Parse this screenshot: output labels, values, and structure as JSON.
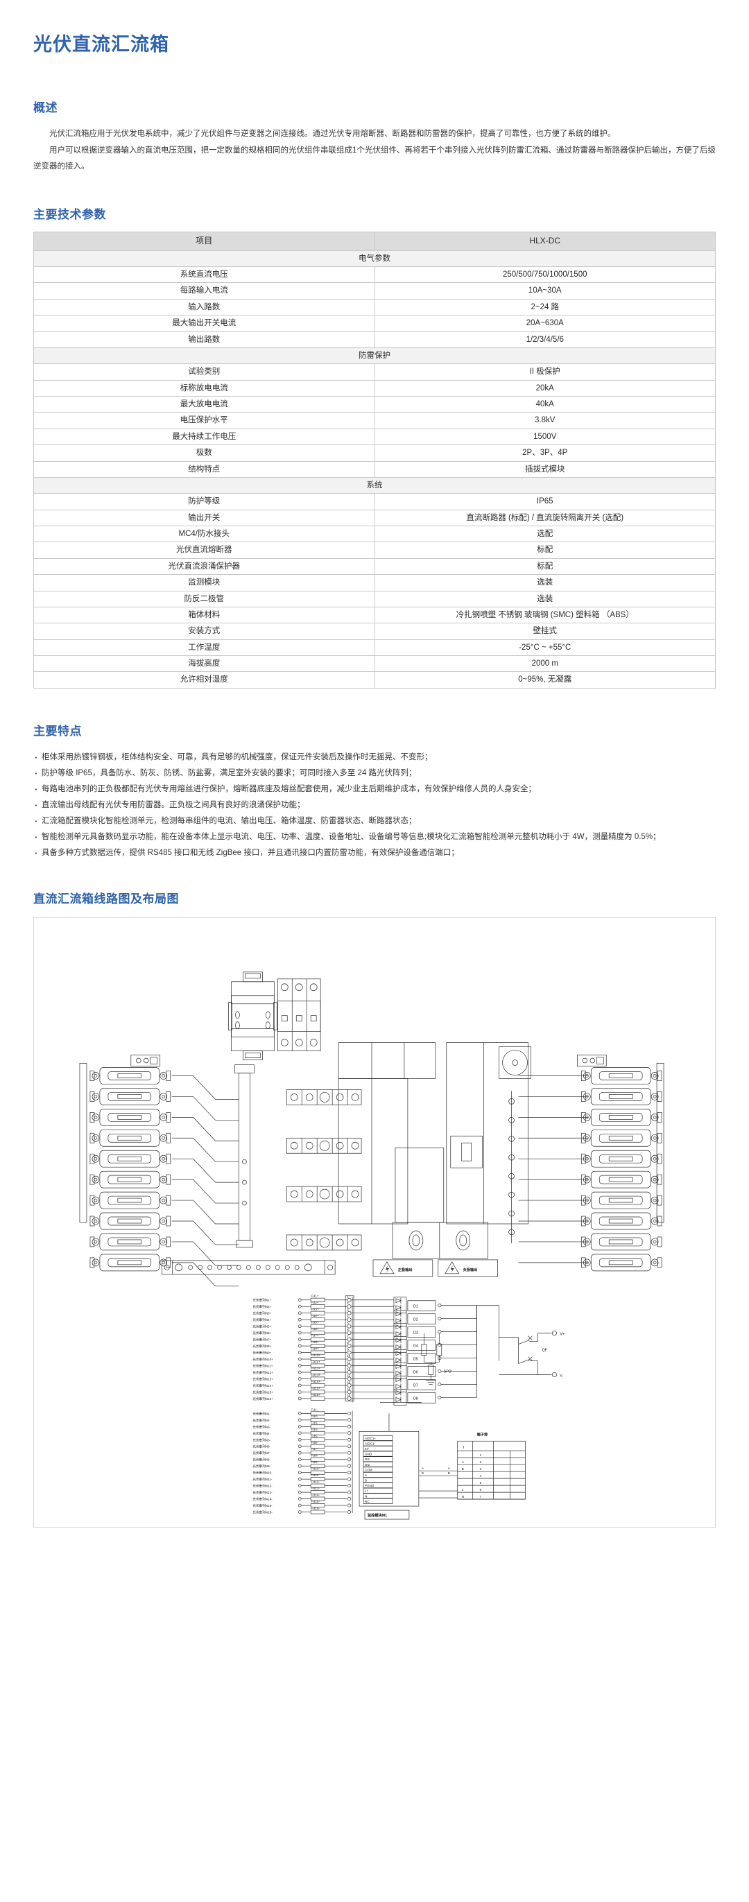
{
  "document": {
    "title": "光伏直流汇流箱"
  },
  "overview": {
    "heading": "概述",
    "paragraphs": [
      "光伏汇流箱应用于光伏发电系统中，减少了光伏组件与逆变器之间连接线。通过光伏专用熔断器、断路器和防雷器的保护，提高了可靠性，也方便了系统的维护。",
      "用户可以根据逆变器输入的直流电压范围，把一定数量的规格相同的光伏组件串联组成1个光伏组件、再将若干个串列接入光伏阵列防雷汇流箱、通过防雷器与断路器保护后输出，方便了后级逆变器的接入。"
    ]
  },
  "parameters": {
    "heading": "主要技术参数",
    "columns": [
      "项目",
      "HLX-DC"
    ],
    "rows": [
      {
        "type": "group",
        "label": "电气参数"
      },
      {
        "type": "row",
        "key": "系统直流电压",
        "value": "250/500/750/1000/1500"
      },
      {
        "type": "row",
        "key": "每路输入电流",
        "value": "10A~30A"
      },
      {
        "type": "row",
        "key": "输入路数",
        "value": "2~24 路"
      },
      {
        "type": "row",
        "key": "最大输出开关电流",
        "value": "20A~630A"
      },
      {
        "type": "row",
        "key": "输出路数",
        "value": "1/2/3/4/5/6"
      },
      {
        "type": "group",
        "label": "防雷保护"
      },
      {
        "type": "row",
        "key": "试验类别",
        "value": "II 极保护"
      },
      {
        "type": "row",
        "key": "标称放电电流",
        "value": "20kA"
      },
      {
        "type": "row",
        "key": "最大放电电流",
        "value": "40kA"
      },
      {
        "type": "row",
        "key": "电压保护水平",
        "value": "3.8kV"
      },
      {
        "type": "row",
        "key": "最大持续工作电压",
        "value": "1500V"
      },
      {
        "type": "row",
        "key": "极数",
        "value": "2P、3P、4P"
      },
      {
        "type": "row",
        "key": "结构特点",
        "value": "插拔式模块"
      },
      {
        "type": "group",
        "label": "系统"
      },
      {
        "type": "row",
        "key": "防护等级",
        "value": "IP65"
      },
      {
        "type": "row",
        "key": "输出开关",
        "value": "直流断路器 (标配) / 直流旋转隔离开关 (选配)"
      },
      {
        "type": "row",
        "key": "MC4/防水接头",
        "value": "选配"
      },
      {
        "type": "row",
        "key": "光伏直流熔断器",
        "value": "标配"
      },
      {
        "type": "row",
        "key": "光伏直流浪涌保护器",
        "value": "标配"
      },
      {
        "type": "row",
        "key": "监测模块",
        "value": "选装"
      },
      {
        "type": "row",
        "key": "防反二极管",
        "value": "选装"
      },
      {
        "type": "row",
        "key": "箱体材料",
        "value": "冷扎钢喷塑 不锈钢 玻璃钢 (SMC) 塑料箱 （ABS）"
      },
      {
        "type": "row",
        "key": "安装方式",
        "value": "壁挂式"
      },
      {
        "type": "row",
        "key": "工作温度",
        "value": "-25°C ~ +55°C"
      },
      {
        "type": "row",
        "key": "海拔高度",
        "value": "2000 m"
      },
      {
        "type": "row",
        "key": "允许相对湿度",
        "value": "0~95%, 无凝露"
      }
    ]
  },
  "features": {
    "heading": "主要特点",
    "items": [
      "柜体采用热镀锌钢板，柜体结构安全、可靠，具有足够的机械强度，保证元件安装后及操作时无摇晃、不变形；",
      "防护等级 IP65，具备防水、防灰、防锈、防盐雾，满足室外安装的要求；可同时接入多至 24 路光伏阵列；",
      "每路电池串列的正负极都配有光伏专用熔丝进行保护，熔断器底座及熔丝配套使用，减少业主后期维护成本，有效保护维修人员的人身安全；",
      "直流输出母线配有光伏专用防雷器。正负极之间具有良好的浪涌保护功能；",
      "汇流箱配置模块化智能检测单元，检测每串组件的电流、输出电压、箱体温度、防雷器状态、断路器状态；",
      "智能检测单元具备数码显示功能，能在设备本体上显示电流、电压、功率、温度、设备地址、设备编号等信息;模块化汇流箱智能检测单元整机功耗小于 4W，测量精度为 0.5%；",
      "具备多种方式数据远传，提供 RS485 接口和无线 ZigBee 接口，并且通讯接口内置防雷功能，有效保护设备通信端口；"
    ]
  },
  "diagram": {
    "heading": "直流汇流箱线路图及布局图",
    "layout": {
      "warning_labels": [
        "正极输出",
        "负极输出"
      ]
    },
    "schematic": {
      "string_positive_labels": [
        "光伏串列N1+",
        "光伏串列N2+",
        "光伏串列N3+",
        "光伏串列N4+",
        "光伏串列N5+",
        "光伏串列N6+",
        "光伏串列N7+",
        "光伏串列N8+",
        "光伏串列N9+",
        "光伏串列N10+",
        "光伏串列N11+",
        "光伏串列N12+",
        "光伏串列N13+",
        "光伏串列N14+",
        "光伏串列N15+",
        "光伏串列N16+"
      ],
      "fuse_positive_labels": [
        "FU1+",
        "FU2+",
        "FU3+",
        "FU4+",
        "FU5+",
        "FU6+",
        "FU7+",
        "FU8+",
        "FU9+",
        "FU10+",
        "FU11+",
        "FU12+",
        "FU13+",
        "FU14+",
        "FU15+",
        "FU16+"
      ],
      "string_negative_labels": [
        "光伏串列N1-",
        "光伏串列N2-",
        "光伏串列N3-",
        "光伏串列N4-",
        "光伏串列N5-",
        "光伏串列N6-",
        "光伏串列N7-",
        "光伏串列N8-",
        "光伏串列N9-",
        "光伏串列N10-",
        "光伏串列N11-",
        "光伏串列N12-",
        "光伏串列N13-",
        "光伏串列N14-",
        "光伏串列N15-",
        "光伏串列N16-"
      ],
      "fuse_negative_labels": [
        "FU1-",
        "FU2-",
        "FU3-",
        "FU4-",
        "FU5-",
        "FU6-",
        "FU7-",
        "FU8-",
        "FU9-",
        "FU10-",
        "FU11-",
        "FU12-",
        "FU13-",
        "FU14-",
        "FU15-",
        "FU16-"
      ],
      "bus_numbers": [
        "1",
        "2",
        "3",
        "4",
        "5",
        "6",
        "7",
        "8",
        "9",
        "10",
        "11",
        "12",
        "13",
        "14",
        "15",
        "16"
      ],
      "diode_labels": [
        "D1",
        "D2",
        "D3",
        "D4",
        "D5",
        "D6",
        "D7",
        "D8"
      ],
      "spd_label": "SPD",
      "breaker_label": "QF",
      "output_positive": "V+",
      "output_negative": "V-",
      "monitor_module_label": "监控模块M1",
      "monitor_pins": [
        "AIDC1+",
        "AIDC1-",
        "5V",
        "GND",
        "DI1",
        "DI2",
        "COM",
        "A",
        "B",
        "PGND",
        "L+",
        "N-",
        "NC"
      ],
      "terminal_block_title": "端子排",
      "terminal_block_header": "I",
      "terminal_rows": [
        {
          "name": "",
          "no": "1"
        },
        {
          "name": "A",
          "no": "2"
        },
        {
          "name": "B",
          "no": "3"
        },
        {
          "name": "",
          "no": "4"
        },
        {
          "name": "",
          "no": "5"
        },
        {
          "name": "L",
          "no": "6"
        },
        {
          "name": "N",
          "no": "7"
        }
      ],
      "wire_labels": [
        "A",
        "B"
      ]
    }
  },
  "colors": {
    "accent": "#2f63ab",
    "table_header_bg": "#dcdcdc",
    "table_group_bg": "#f2f2f2",
    "border": "#c9c9c9"
  }
}
